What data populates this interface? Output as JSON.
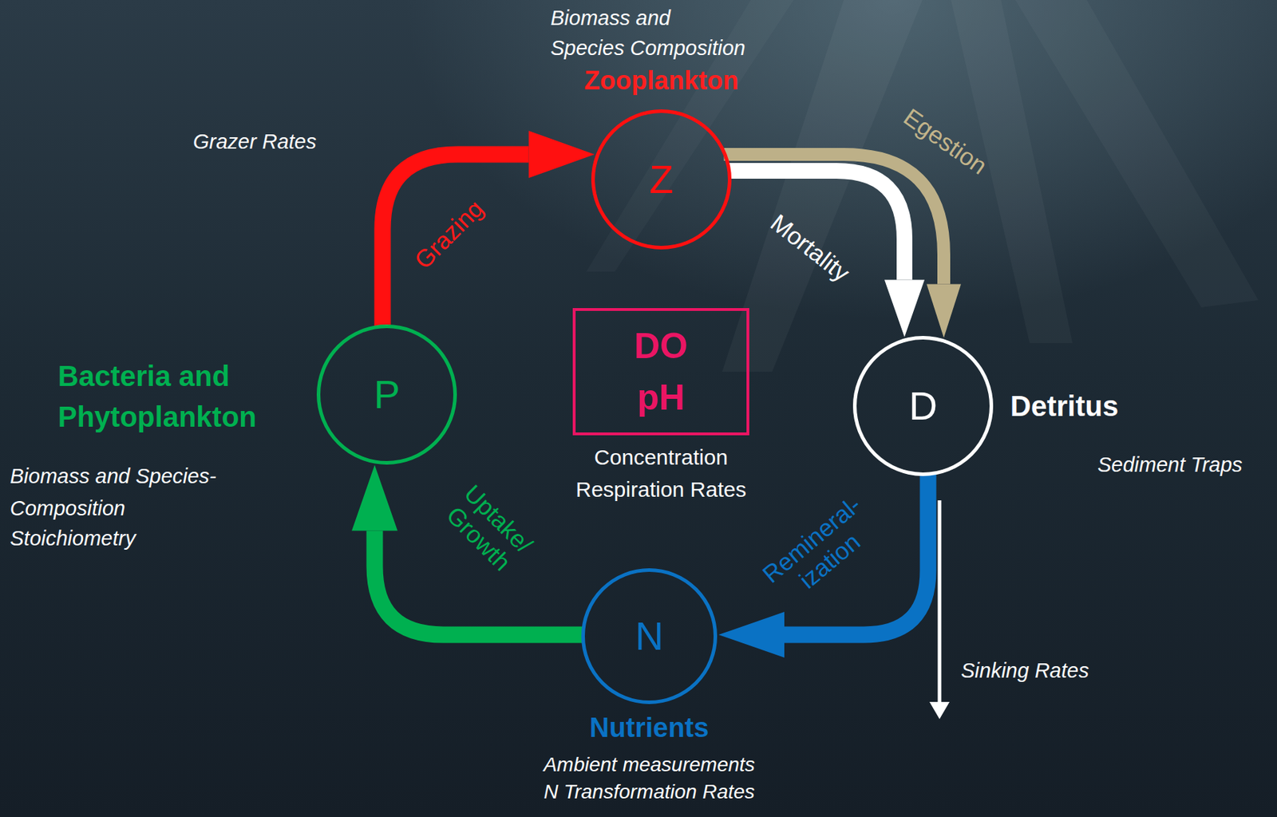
{
  "diagram": {
    "nodes": [
      {
        "text": [
          "Z",
          "Zooplankton"
        ]
      },
      {
        "text": [
          "P",
          "Bacteria and Phytoplankton"
        ]
      },
      {
        "text": [
          "DO pH",
          "Concentration Respiration Rates"
        ]
      },
      {
        "text": [
          "D",
          "Detritus"
        ]
      },
      {
        "text": [
          "N",
          "Nutrients"
        ]
      }
    ],
    "edges": [
      {
        "from": 1,
        "to": 0,
        "arrow": "to",
        "label": "Grazing"
      },
      {
        "from": 0,
        "to": 3,
        "arrow": "to",
        "label": "Mortality"
      },
      {
        "from": 0,
        "to": 3,
        "arrow": "to",
        "label": "Egestion"
      },
      {
        "from": 3,
        "to": 4,
        "arrow": "to",
        "label": "Remineral- ization"
      },
      {
        "from": 4,
        "to": 1,
        "arrow": "to",
        "label": "Uptake/ Growth"
      }
    ],
    "labels": [
      "Biomass and Species Composition",
      "Grazer Rates",
      "Biomass and Species- Composition",
      "Stoichiometry",
      "Sediment Traps",
      "Sinking Rates",
      "Ambient measurements",
      "N Transformation Rates"
    ]
  }
}
